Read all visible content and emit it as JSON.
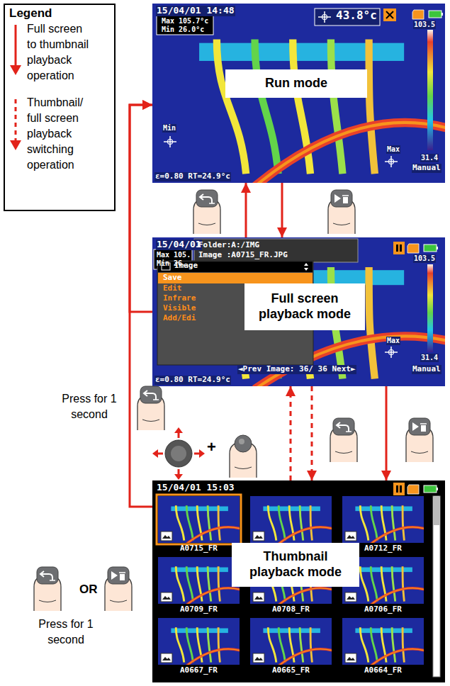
{
  "diagram": {
    "nodes": [
      {
        "text": [
          "15/04/01 14:48",
          "Max 105.7°c",
          "Min 26.0°c",
          "43.8°c",
          "103.5",
          "Min",
          "Max",
          "31.4",
          "Manual",
          "ε=0.80 RT=24.9°c"
        ]
      },
      {
        "text": [
          "Run mode"
        ],
        "in": 0
      },
      {
        "text": [
          "15/04/01",
          "Folder:A:/IMG",
          "Image :A0715_FR.JPG",
          "Max 105.",
          "Min 26.",
          "103.5",
          "Image",
          "Save",
          "Edit",
          "Infrare",
          "Visible",
          "Add/Edi",
          "Max",
          "◄Prev Image: 36/ 36 Next►",
          "31.4",
          "Manual",
          "ε=0.80 RT=24.9°c"
        ]
      },
      {
        "text": [
          "Full screen playback mode"
        ],
        "in": 2
      },
      {
        "text": [
          "15/04/01 15:03",
          "A0715_FR",
          "A0712_FR",
          "A0709_FR",
          "A0708_FR",
          "A0706_FR",
          "A0667_FR",
          "A0665_FR",
          "A0664_FR"
        ]
      },
      {
        "text": [
          "Thumbnail playback mode"
        ],
        "in": 4
      }
    ],
    "edges": [
      {
        "from": 0,
        "to": 2,
        "arrow": "to"
      },
      {
        "from": 2,
        "to": 0,
        "arrow": "to"
      },
      {
        "from": 2,
        "to": 4,
        "arrow": "to"
      },
      {
        "from": 4,
        "to": 2,
        "arrow": "to"
      },
      {
        "from": 2,
        "to": 4,
        "arrow": "to"
      },
      {
        "from": 2,
        "to": 0,
        "arrow": "to"
      },
      {
        "from": 4,
        "to": 0,
        "arrow": "to"
      }
    ],
    "labels": [
      "Legend",
      "Press for 1 second",
      "+",
      "OR",
      "Press for 1 second"
    ],
    "legend": [
      {
        "text": "Full screen to thumbnail playback operation"
      },
      {
        "text": "Thumbnail/ full screen playback switching operation"
      }
    ]
  }
}
